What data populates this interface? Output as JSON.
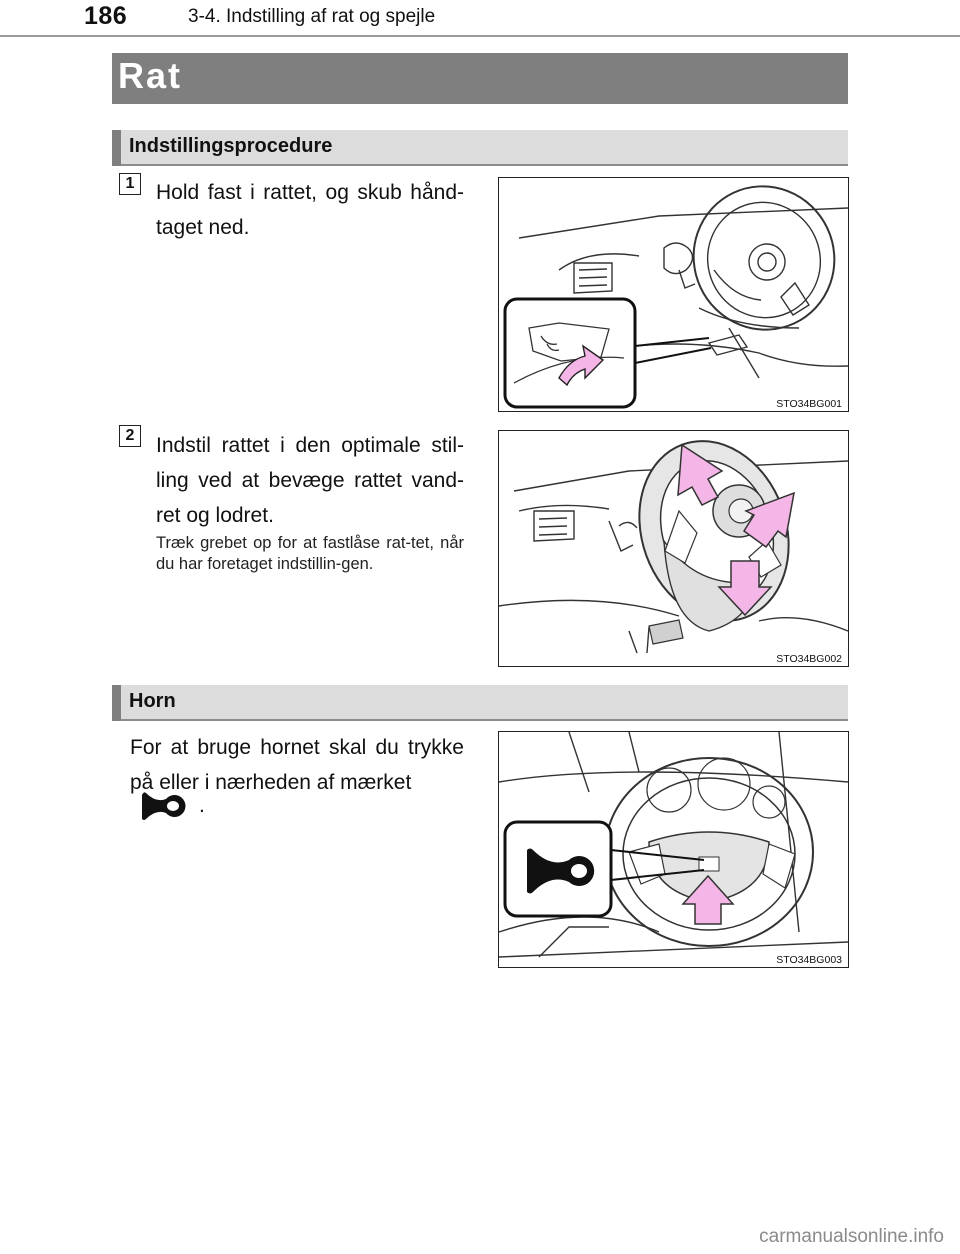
{
  "header": {
    "page_number": "186",
    "section": "3-4. Indstilling af rat og spejle"
  },
  "title": "Rat",
  "sections": [
    {
      "heading": "Indstillingsprocedure",
      "steps": [
        {
          "number": "1",
          "text": "Hold fast i rattet, og skub hånd-taget ned.",
          "figure_code": "STO34BG001"
        },
        {
          "number": "2",
          "text": "Indstil rattet i den optimale stil-ling ved at bevæge rattet vand-ret og lodret.",
          "note": "Træk grebet op for at fastlåse rat-tet, når du har foretaget indstillin-gen.",
          "figure_code": "STO34BG002"
        }
      ]
    },
    {
      "heading": "Horn",
      "text": "For at bruge hornet skal du trykke på eller i nærheden af mærket",
      "text_end": ".",
      "icon": "horn-icon",
      "figure_code": "STO34BG003"
    }
  ],
  "watermark": "carmanualsonline.info",
  "colors": {
    "title_bar": "#7f7f7f",
    "subheading_bar": "#dcdcdc",
    "arrow_fill": "#f4b6e6"
  }
}
